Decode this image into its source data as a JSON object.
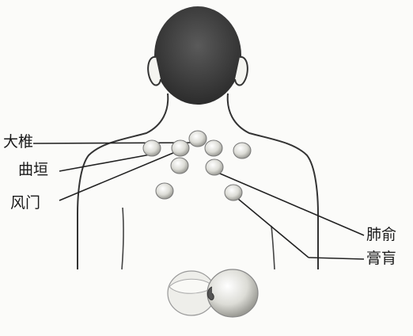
{
  "labels": {
    "dazhui": "大椎",
    "quyuan": "曲垣",
    "fengmen": "风门",
    "feishu": "肺俞",
    "gaohuang": "膏肓"
  }
}
